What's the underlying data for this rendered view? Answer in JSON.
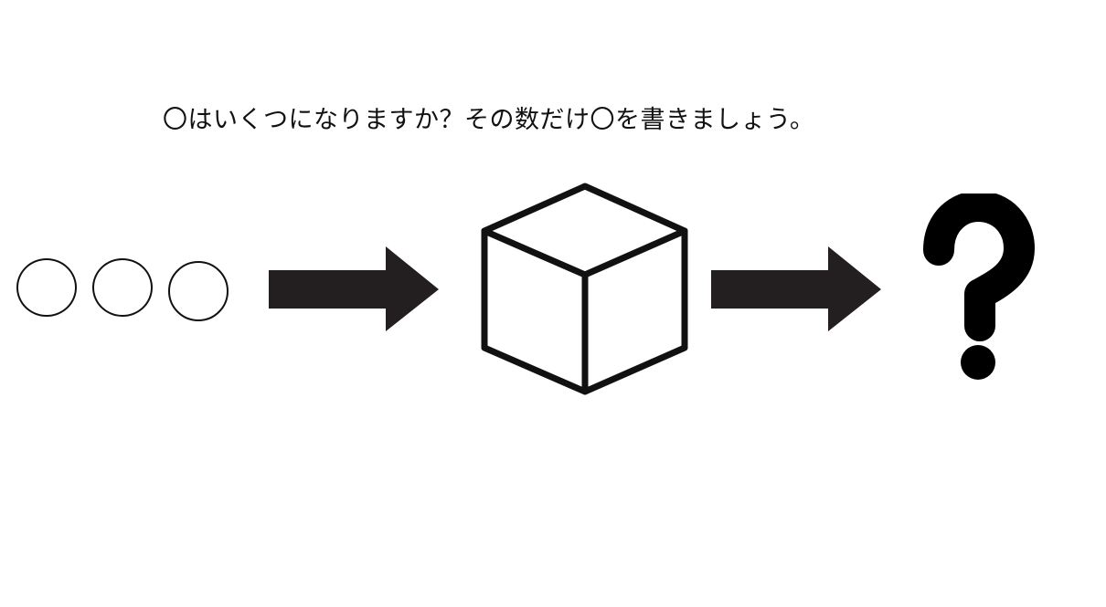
{
  "instruction": "〇はいくつになりますか？その数だけ〇を書きましょう。",
  "diagram": {
    "input_circle_count": 3,
    "steps": [
      "circle-group",
      "arrow",
      "box",
      "arrow",
      "question-mark"
    ],
    "colors": {
      "ink": "#111111",
      "arrow_fill": "#231f20",
      "background": "#ffffff"
    },
    "icons": [
      "circle",
      "right-arrow-icon",
      "cube-box-icon",
      "right-arrow-icon",
      "question-mark-icon"
    ]
  }
}
